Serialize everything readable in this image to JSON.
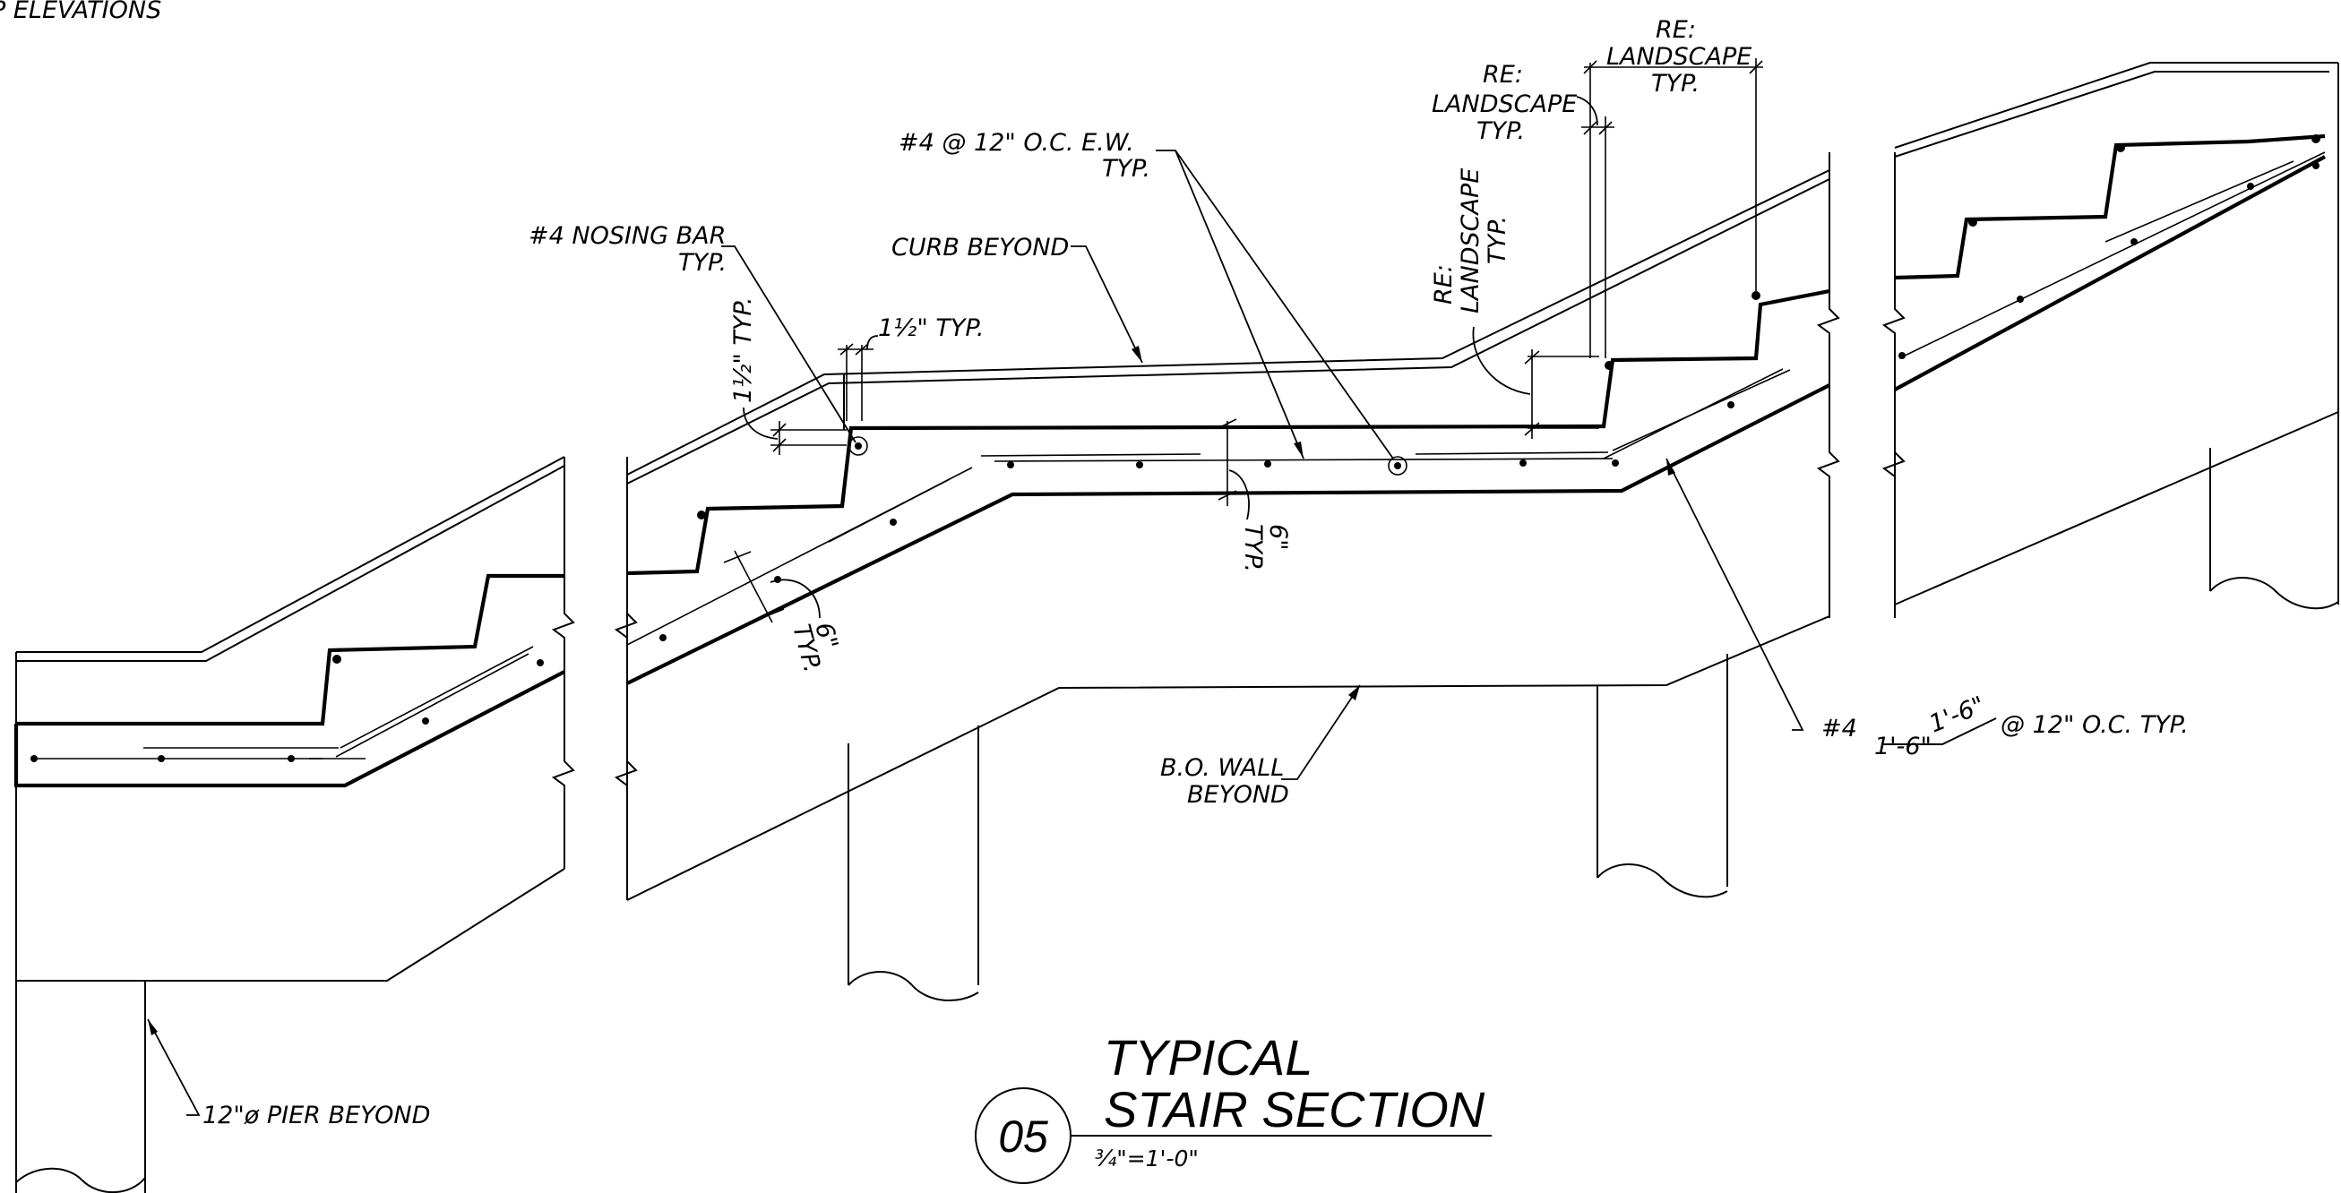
{
  "header": {
    "partial_label": "P ELEVATIONS"
  },
  "callouts": {
    "nosing_bar": [
      "#4 NOSING BAR",
      "TYP."
    ],
    "curb_beyond": "CURB BEYOND",
    "rebar_ew": [
      "#4 @ 12\" O.C. E.W.",
      "TYP."
    ],
    "re_landscape_left": [
      "RE:",
      "LANDSCAPE",
      "TYP."
    ],
    "re_landscape_top": [
      "RE:",
      "LANDSCAPE",
      "TYP."
    ],
    "re_landscape_vertical": [
      "RE:",
      "LANDSCAPE",
      "TYP."
    ],
    "half_inch_horizontal": "1½\" TYP.",
    "half_inch_vertical": "1½\" TYP.",
    "six_inch_slab": [
      "6\"",
      "TYP."
    ],
    "six_inch_mid": [
      "6\"",
      "TYP."
    ],
    "bo_wall": [
      "B.O. WALL",
      "BEYOND"
    ],
    "pier": "12\"ø PIER BEYOND",
    "dowel_bar": "#4",
    "dowel_top_length": "1'-6\"",
    "dowel_bottom_length": "1'-6\"",
    "dowel_spacing": "@ 12\" O.C. TYP."
  },
  "title_block": {
    "detail_number": "05",
    "title_line_1": "TYPICAL",
    "title_line_2": "STAIR SECTION",
    "scale": "¾\"=1'-0\""
  }
}
